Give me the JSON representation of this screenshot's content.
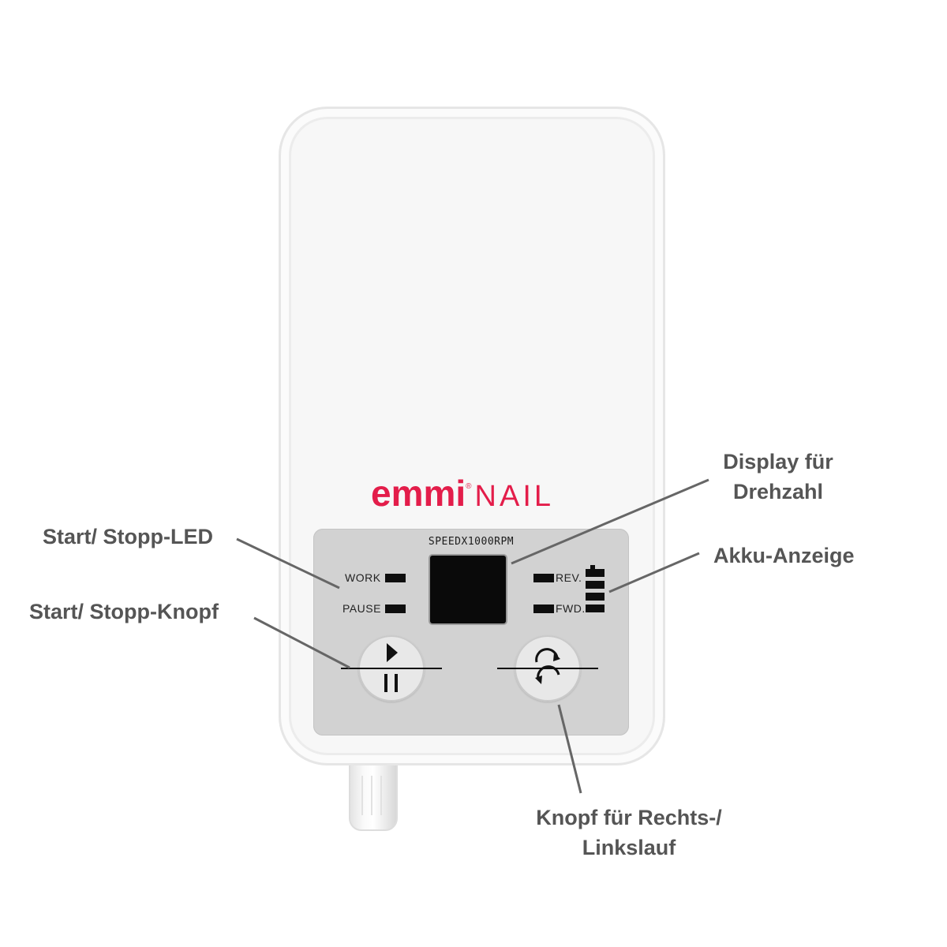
{
  "device": {
    "brand": "emmi",
    "brand_mark": "®",
    "product": "NAIL",
    "brand_color": "#e31d4a",
    "panel": {
      "speed_label": "SPEEDX1000RPM",
      "led_work": "WORK",
      "led_pause": "PAUSE",
      "led_rev": "REV.",
      "led_fwd": "FWD."
    },
    "play_pause_icon": "play-pause-icon",
    "direction_icon": "rotation-direction-icon"
  },
  "callouts": {
    "display": [
      "Display für",
      "Drehzahl"
    ],
    "led": "Start/ Stopp-LED",
    "button": "Start/ Stopp-Knopf",
    "battery": "Akku-Anzeige",
    "direction": [
      "Knopf für Rechts-/",
      "Linkslauf"
    ],
    "text_color": "#555555"
  }
}
